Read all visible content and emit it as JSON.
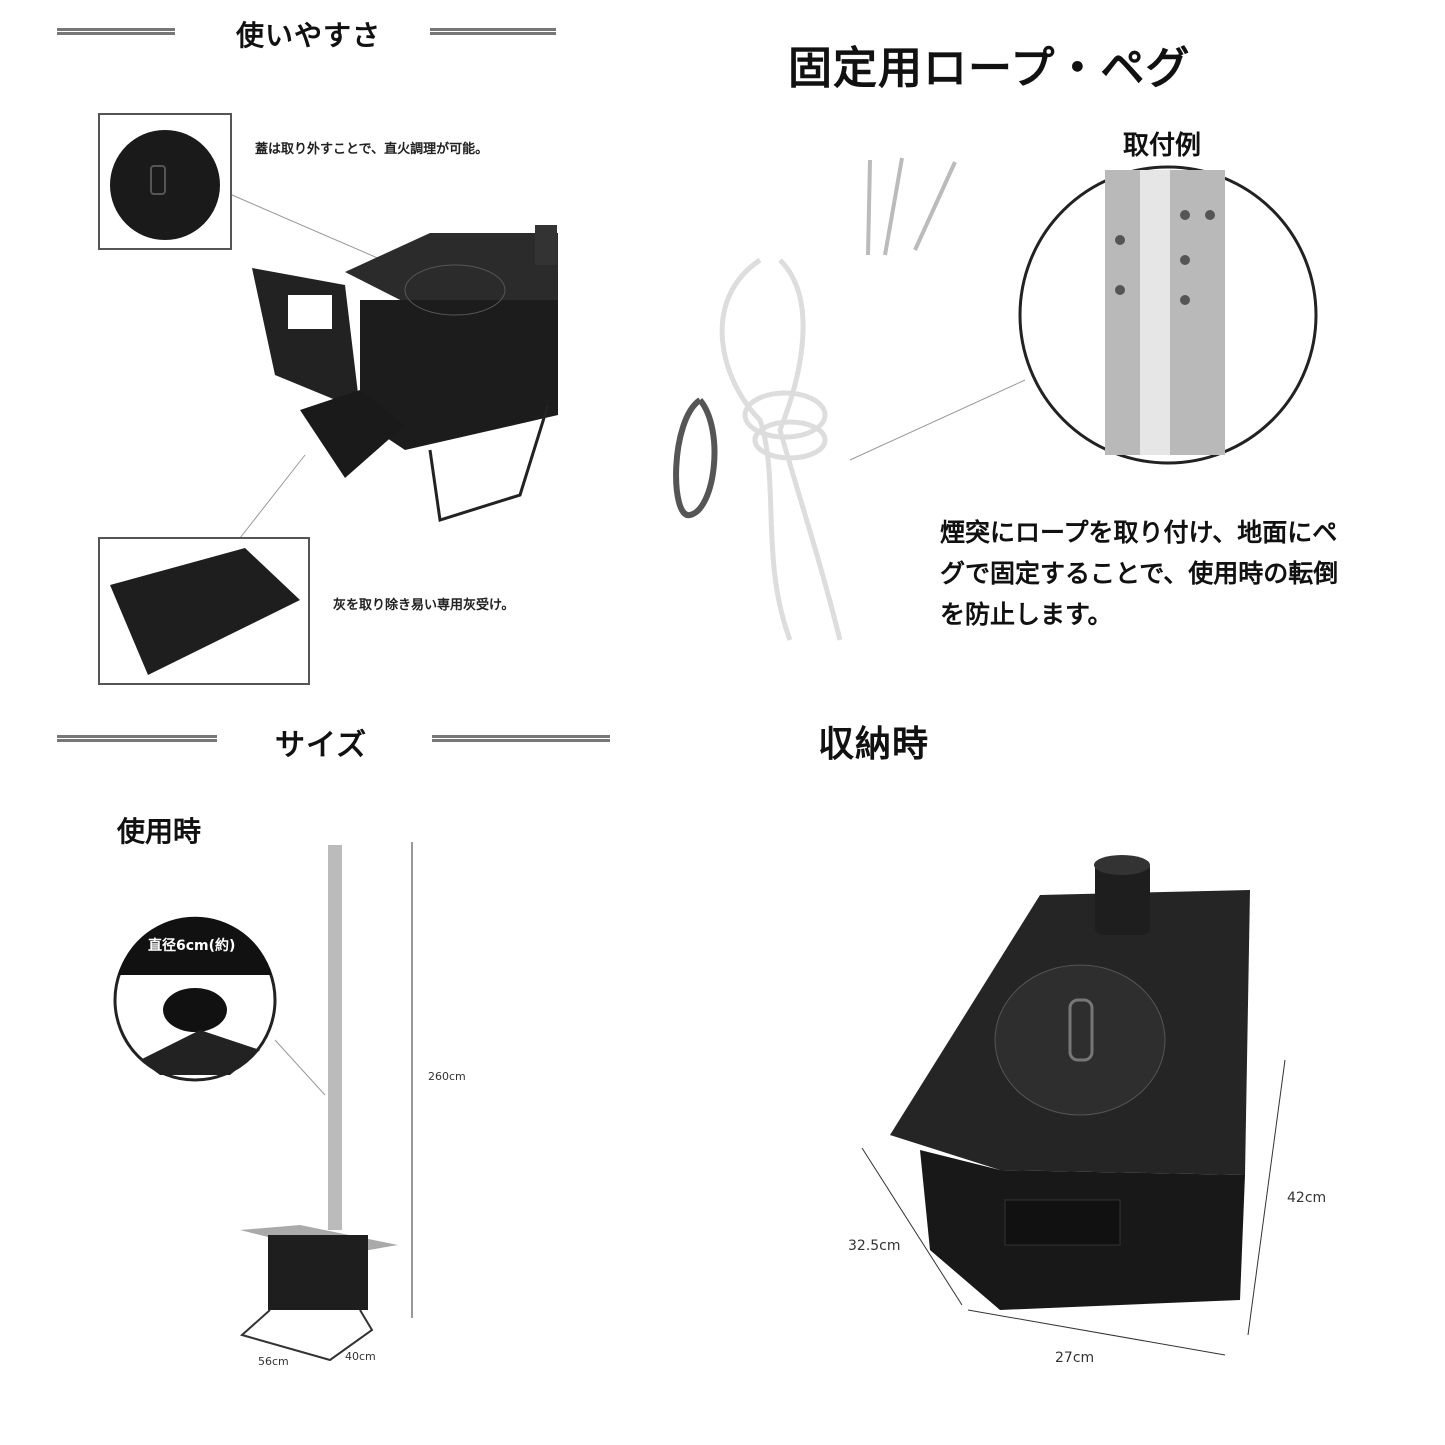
{
  "ease_of_use": {
    "heading": "使いやすさ",
    "lid_caption": "蓋は取り外すことで、直火調理が可能。",
    "ash_caption": "灰を取り除き易い専用灰受け。"
  },
  "rope_peg": {
    "heading": "固定用ロープ・ペグ",
    "example_label": "取付例",
    "description": "煙突にロープを取り付け、地面にペグで固定することで、使用時の転倒を防止します。"
  },
  "size": {
    "heading": "サイズ",
    "in_use_label": "使用時",
    "diameter_label": "直径6cm(約)",
    "height": "260cm",
    "width": "56cm",
    "depth": "40cm"
  },
  "storage": {
    "heading": "収納時",
    "depth": "32.5cm",
    "width": "27cm",
    "height": "42cm"
  }
}
